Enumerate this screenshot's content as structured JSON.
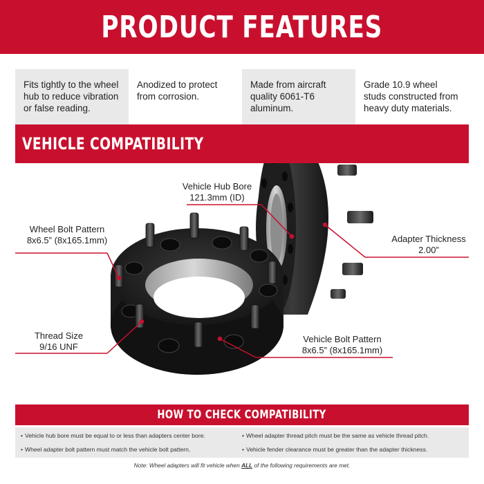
{
  "header": {
    "title": "PRODUCT FEATURES"
  },
  "features": [
    {
      "text": "Fits tightly to the wheel hub to reduce vibration or false reading."
    },
    {
      "text": "Anodized to protect from corrosion."
    },
    {
      "text": "Made from aircraft quality 6061-T6 aluminum."
    },
    {
      "text": "Grade 10.9 wheel studs constructed from heavy duty materials."
    }
  ],
  "compatibility": {
    "title": "VEHICLE COMPATIBILITY",
    "callouts": {
      "hub_bore": {
        "label": "Vehicle Hub Bore",
        "value": "121.3mm (ID)"
      },
      "wheel_bolt": {
        "label": "Wheel Bolt Pattern",
        "value": "8x6.5” (8x165.1mm)"
      },
      "thickness": {
        "label": "Adapter Thickness",
        "value": "2.00”"
      },
      "thread": {
        "label": "Thread Size",
        "value": "9/16 UNF"
      },
      "vehicle_bolt": {
        "label": "Vehicle Bolt Pattern",
        "value": "8x6.5” (8x165.1mm)"
      }
    }
  },
  "check": {
    "title": "HOW TO CHECK COMPATIBILITY",
    "bullet": "•",
    "items": [
      "Vehicle hub bore must be equal to or less than adapters center bore.",
      "Wheel adapter thread pitch must be the same as vehicle thread pitch.",
      "Wheel adapter bolt pattern must match the vehicle bolt pattern.",
      "Vehicle fender clearance must be greater than the adapter thickness."
    ],
    "note_before": "Note: Wheel adapters will fit vehicle when ",
    "note_emphasis": "ALL",
    "note_after": " of the following requirements are met."
  },
  "colors": {
    "accent": "#c8102e",
    "panel": "#e9e9e9"
  }
}
